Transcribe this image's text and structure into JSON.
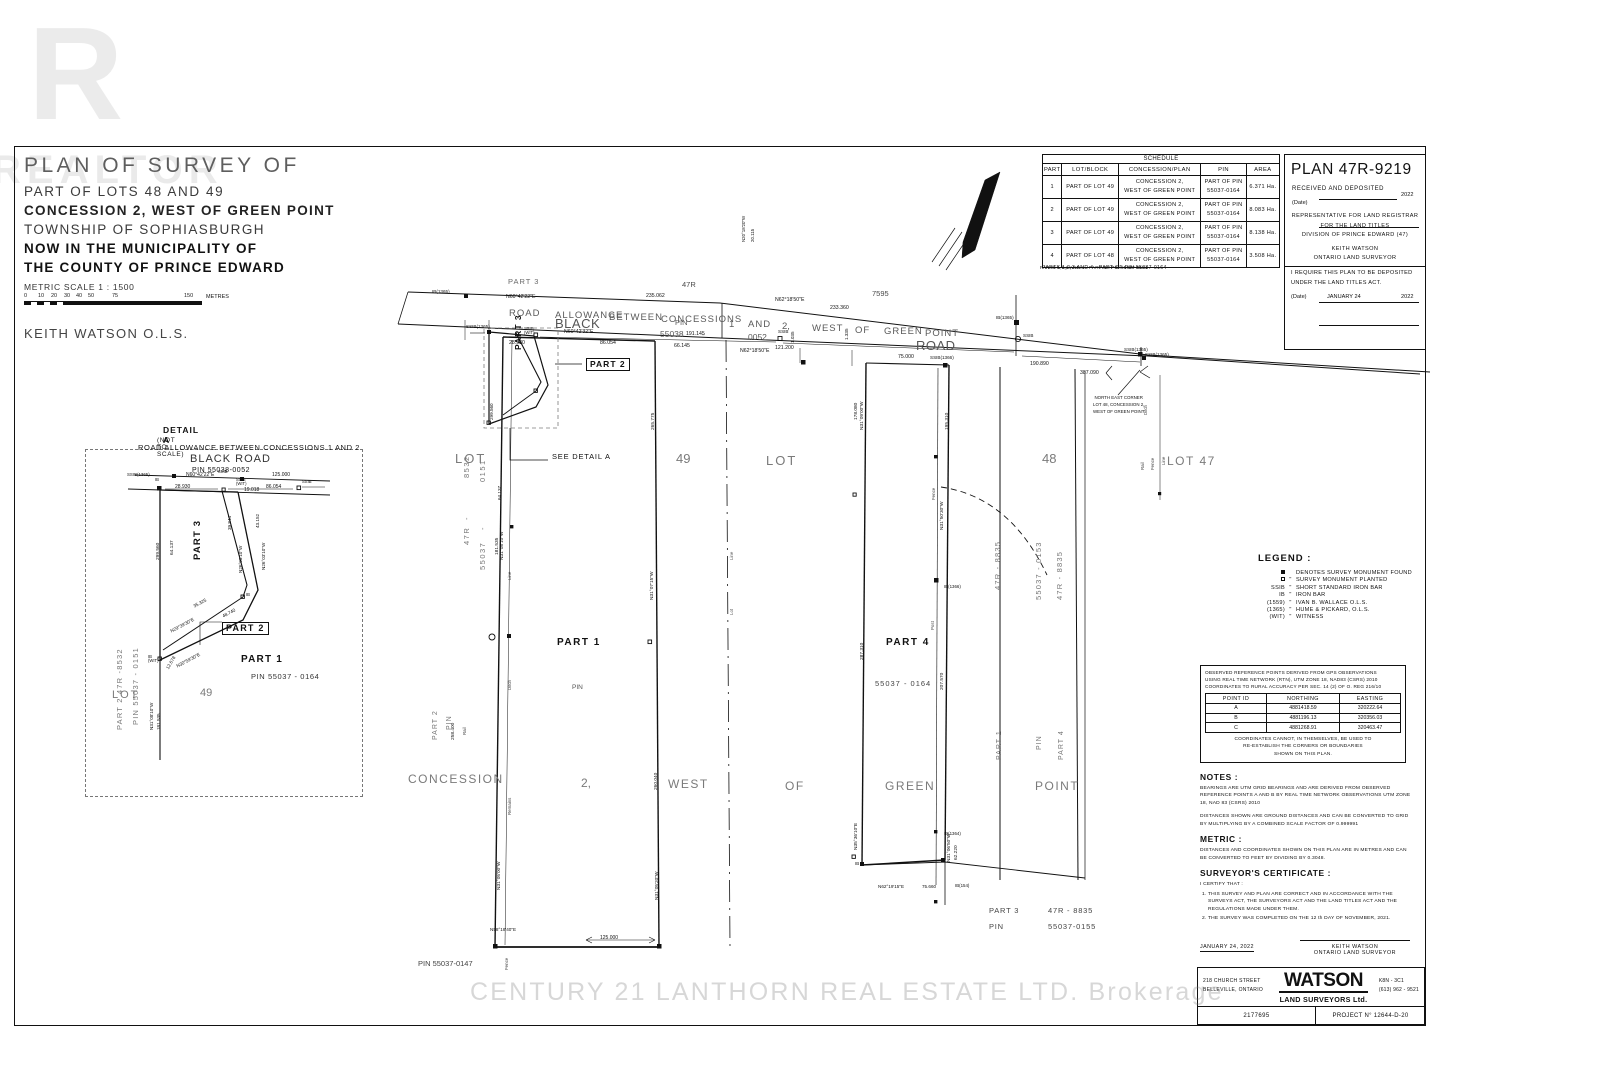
{
  "watermarks": {
    "logo_letter": "R",
    "realtor": "REALTOR",
    "brokerage": "CENTURY 21 LANTHORN REAL ESTATE LTD.  Brokerage"
  },
  "title_block": {
    "line1": "PLAN  OF  SURVEY  OF",
    "line2": "PART OF LOTS 48 AND 49",
    "line3": "CONCESSION 2, WEST OF GREEN POINT",
    "line4": "TOWNSHIP OF SOPHIASBURGH",
    "line5": "NOW IN THE MUNICIPALITY OF",
    "line6": "THE COUNTY OF PRINCE EDWARD",
    "scale_label": "METRIC SCALE 1 : 1500",
    "scale_ticks": [
      "0",
      "10",
      "20",
      "30",
      "40",
      "50",
      "75",
      "150"
    ],
    "scale_unit": "METRES",
    "surveyor": "KEITH WATSON O.L.S."
  },
  "schedule": {
    "title": "SCHEDULE",
    "columns": [
      "PART",
      "LOT/BLOCK",
      "CONCESSION/PLAN",
      "PIN",
      "AREA"
    ],
    "rows": [
      {
        "part": "1",
        "lot": "PART OF LOT 49",
        "concession": "CONCESSION 2,\nWEST OF GREEN POINT",
        "pin": "PART OF PIN\n55037-0164",
        "area": "6.371 Ha."
      },
      {
        "part": "2",
        "lot": "PART OF LOT 49",
        "concession": "CONCESSION 2,\nWEST OF GREEN POINT",
        "pin": "PART OF PIN\n55037-0164",
        "area": "8.083 Ha."
      },
      {
        "part": "3",
        "lot": "PART OF LOT 49",
        "concession": "CONCESSION 2,\nWEST OF GREEN POINT",
        "pin": "PART OF PIN\n55037-0164",
        "area": "8.138 Ha."
      },
      {
        "part": "4",
        "lot": "PART OF LOT 48",
        "concession": "CONCESSION 2,\nWEST OF GREEN POINT",
        "pin": "PART OF PIN\n55037-0164",
        "area": "3.508 Ha."
      }
    ],
    "footnote": "PARTS 1,2,3 AND 4 - PART OF PIN 55037-0164"
  },
  "plan_block": {
    "plan_number": "PLAN 47R-9219",
    "received": "RECEIVED AND DEPOSITED",
    "date_label": "(Date)",
    "rep_line1": "REPRESENTATIVE FOR LAND REGISTRAR",
    "rep_line2": "FOR THE LAND TITLES",
    "rep_line3": "DIVISION OF PRINCE EDWARD (47)",
    "require_line1": "I REQUIRE THIS PLAN TO BE DEPOSITED",
    "require_line2": "UNDER THE LAND TITLES ACT.",
    "require_date_label": "(Date)",
    "require_date": "JANUARY 24",
    "require_year": "2022",
    "deposit_year": "2022",
    "sig_name": "KEITH WATSON",
    "sig_title": "ONTARIO LAND SURVEYOR"
  },
  "legend": {
    "title": "LEGEND :",
    "rows": [
      {
        "symbol": "filled-square",
        "text": "DENOTES SURVEY MONUMENT FOUND",
        "denotes": ""
      },
      {
        "symbol": "open-square",
        "text": "SURVEY MONUMENT PLANTED",
        "denotes": "\""
      },
      {
        "symbol": "SSIB",
        "text": "SHORT STANDARD IRON BAR",
        "denotes": "\""
      },
      {
        "symbol": "IB",
        "text": "IRON BAR",
        "denotes": "\""
      },
      {
        "symbol": "(1559)",
        "text": "IVAN B. WALLACE O.L.S.",
        "denotes": "\""
      },
      {
        "symbol": "(1365)",
        "text": "HUME & PICKARD, O.L.S.",
        "denotes": "\""
      },
      {
        "symbol": "(WIT)",
        "text": "WITNESS",
        "denotes": "\""
      }
    ]
  },
  "reference_box": {
    "preamble": [
      "OBSERVED REFERENCE POINTS DERIVED FROM GPS OBSERVATIONS",
      "USING REAL TIME NETWORK (RTN), UTM ZONE 18, NAD83 (CSRS) 2010",
      "COORDINATES TO RURAL ACCURACY PER SEC. 14 (2) OF O. REG 216/10"
    ],
    "columns": [
      "POINT ID",
      "NORTHING",
      "EASTING"
    ],
    "rows": [
      {
        "id": "A",
        "northing": "4881418.59",
        "easting": "320222.64"
      },
      {
        "id": "B",
        "northing": "4881196.13",
        "easting": "320356.03"
      },
      {
        "id": "C",
        "northing": "4881268.91",
        "easting": "320463.47"
      }
    ],
    "postamble": [
      "COORDINATES CANNOT, IN THEMSELVES, BE USED TO",
      "RE-ESTABLISH THE CORNERS OR BOUNDARIES",
      "SHOWN ON THIS PLAN."
    ]
  },
  "notes": {
    "heading": "NOTES :",
    "para1": "BEARINGS ARE UTM GRID BEARINGS AND ARE DERIVED FROM OBSERVED REFERENCE POINTS A AND B BY REAL TIME NETWORK OBSERVATIONS UTM ZONE 18, NAD 83 (CSRS) 2010",
    "para2": "DISTANCES SHOWN ARE GROUND DISTANCES AND CAN BE CONVERTED TO GRID BY MULTIPLYING BY A COMBINED SCALE FACTOR OF 0.999991",
    "metric_heading": "METRIC :",
    "metric_text": "DISTANCES AND COORDINATES SHOWN ON THIS PLAN ARE IN METRES AND CAN BE CONVERTED TO FEET BY DIVIDING BY 0.3048.",
    "cert_heading": "SURVEYOR'S CERTIFICATE :",
    "cert_intro": "I CERTIFY THAT :",
    "cert_items": [
      "THIS SURVEY AND PLAN ARE CORRECT AND IN ACCORDANCE WITH THE SURVEYS ACT, THE SURVEYORS ACT AND THE LAND TITLES ACT AND THE REGULATIONS MADE UNDER THEM.",
      "THE SURVEY WAS COMPLETED ON THE 12 th DAY OF NOVEMBER, 2021."
    ],
    "cert_date": "JANUARY 24, 2022",
    "cert_sig_name": "KEITH WATSON",
    "cert_sig_title": "ONTARIO LAND SURVEYOR"
  },
  "firm_block": {
    "address_line1": "218 CHURCH STREET",
    "address_line2": "BELLEVILLE, ONTARIO",
    "logo_word": "WATSON",
    "logo_sub": "LAND SURVEYORS Ltd.",
    "postal": "K8N - 3C1",
    "phone": "(613) 962 - 9521",
    "ref_number": "2177695",
    "project_number": "PROJECT N° 12644-D-20"
  },
  "detail_a": {
    "title": "DETAIL A",
    "subtitle": "(NOT TO SCALE)",
    "road_allowance": "ROAD ALLOWANCE BETWEEN CONCESSIONS 1 AND 2",
    "road_name": "BLACK ROAD",
    "road_pin": "PIN   55038-0052",
    "bearing_top": "N60°42'22\"E",
    "dim_28930": "28.930",
    "dim_19018": "19.018",
    "dim_86054": "86.054",
    "dim_125000": "125.000",
    "dim_299560": "299.560",
    "dim_64137": "64.137",
    "dim_39844": "39.844",
    "dim_43152": "43.152",
    "dim_35325": "35.325",
    "dim_48740": "48.740",
    "dim_12678": "12.678",
    "bearing_n2603": "N26°03'10\"W",
    "bearing_n2603b": "N26°03'10\"W",
    "bearing_n2939": "N29°39'30\"E",
    "bearing_n3059": "N30°59'30\"E",
    "part3_label": "PART 3",
    "part2_label": "PART 2",
    "part1_label": "PART 1",
    "part1_pin": "PIN    55037 - 0164",
    "left_label": "PART 2  47R -8532",
    "left_label2": "PIN  55037  -  0151",
    "lot_label": "LOT",
    "lot_number": "49",
    "mon_left": "SSIB(1365)",
    "mon_ssib_wit": "SSIB\n(WIT)",
    "mon_ssib": "SSIB",
    "mon_ib_wit": "IB\n(WIT)",
    "mon_ib": "IB",
    "dim_181535": "181.535"
  },
  "main_plan": {
    "road_words_top": [
      "ROAD",
      "ALLOWANCE",
      "BETWEEN",
      "CONCESSIONS",
      "1",
      "AND",
      "2,",
      "WEST",
      "OF",
      "GREEN",
      "POINT"
    ],
    "black_label": "BLACK",
    "road_label_right": "ROAD",
    "pin_label": "PIN",
    "pin_55038": "55038",
    "pin_dash": "-",
    "pin_0052": "0052",
    "part3_top": "PART 3",
    "plan_47r_top": "47R",
    "plan_7595": "7595",
    "bearing_top_left": "N60°42'22\"E",
    "bearing_top_left2": "N60°42'32\"E",
    "bearing_top_right": "N62°18'50\"E",
    "bearing_top_right2": "N62°18'50\"E",
    "dim_235062": "235.062",
    "dim_233360": "233.360",
    "dim_28930": "28.930",
    "dim_86054": "86.054",
    "dim_191145": "191.145",
    "dim_66145": "66.145",
    "dim_121200": "121.200",
    "dim_75000": "75.000",
    "dim_190890": "190.890",
    "dim_387090": "387.090",
    "dim_64137": "64.137",
    "dim_299560": "299.560",
    "dim_265775": "265.775",
    "dim_181535": "181.535",
    "dim_258400": "258.400",
    "dim_260040": "260.040",
    "dim_125000": "125.000",
    "dim_177935": "177.935",
    "dim_178080": "178.080",
    "dim_287310": "287.310",
    "dim_195310": "195.310",
    "dim_207570": "207.570",
    "dim_62220": "62.220",
    "dim_75660": "75.660",
    "dim_1035": "1.035",
    "dim_1335": "1.335",
    "lot_left": "LOT",
    "lot_49": "49",
    "lot_mid": "LOT",
    "lot_48": "48",
    "lot_47": "LOT 47",
    "part1_label": "PART 1",
    "part2_label": "PART 2",
    "part3_label": "PART 3",
    "part4_label": "PART 4",
    "see_detail": "SEE DETAIL A",
    "left_stack": [
      "47R",
      "-",
      "8532",
      "55037",
      "-",
      "0151"
    ],
    "left_stack2": [
      "PART 2",
      "PIN"
    ],
    "part4_pin": "55037  -  0164",
    "concession_words": [
      "CONCESSION",
      "2,",
      "WEST",
      "OF",
      "GREEN",
      "POINT"
    ],
    "bot_pin": "PIN 55037-0147",
    "bot_bearing": "N58°18'40\"E",
    "part3_bot_label": "PART 3",
    "part3_bot_plan": "47R - 8835",
    "part3_bot_pin_label": "PIN",
    "part3_bot_pin": "55037-0155",
    "ne_corner_note": "NORTH EAST CORNER\nLOT 48, CONCESSION 2,\nWEST OF GREEN POINT",
    "right_stack_47r": "47R   -   8835",
    "right_stack_pin": "55037   -   0153",
    "right_stack_47r2": "47R   -   8835",
    "bearing_n3108": "N31°08'10\"W",
    "bearing_n3107": "N31°07'15\"W",
    "bearing_n3105a": "N31°05'00\"W",
    "bearing_n3105b": "N31°05'20\"W",
    "bearing_n3109": "N31°09'00\"W",
    "bearing_n3150": "N31°50'30\"W",
    "bearing_n3106": "N31°06'50\"W",
    "bearing_n3516": "N35°16'40\"E",
    "bearing_n3536": "N35°36'10\"E",
    "bearing_n6219": "N62°19'15\"E",
    "bearing_n2018": "N20°18'20\"W"
  }
}
